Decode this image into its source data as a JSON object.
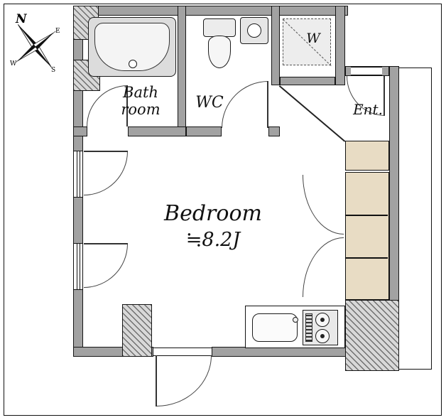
{
  "compass": {
    "north": "N",
    "east": "E",
    "south": "S",
    "west": "W"
  },
  "rooms": {
    "bathroom": {
      "line1": "Bath",
      "line2": "room"
    },
    "wc": {
      "label": "WC"
    },
    "washer_storage": {
      "label": "W"
    },
    "entrance": {
      "label": "Ent."
    },
    "bedroom": {
      "name": "Bedroom",
      "size": "≒8.2J"
    }
  },
  "colors": {
    "wall_gray": "#a2a2a2",
    "hatch_gray": "#d8d8d8",
    "closet_beige": "#e8dcc4",
    "outline": "#111111",
    "floor_white": "#ffffff"
  }
}
